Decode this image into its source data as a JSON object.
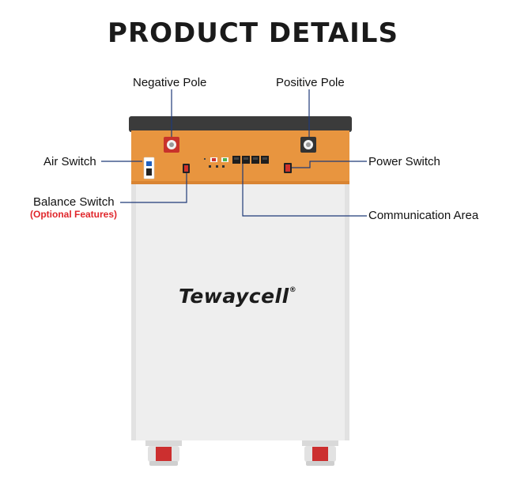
{
  "title": "PRODUCT DETAILS",
  "labels": {
    "negative_pole": "Negative Pole",
    "positive_pole": "Positive Pole",
    "air_switch": "Air Switch",
    "power_switch": "Power Switch",
    "balance_switch": "Balance Switch",
    "optional_features": "(Optional Features)",
    "communication_area": "Communication Area"
  },
  "brand": {
    "name": "Tewaycell",
    "mark": "®"
  },
  "colors": {
    "orange_panel": "#e8953f",
    "white_body": "#eeeeee",
    "top_cap": "#3b3b3b",
    "leader_line": "#1f3a78",
    "note_red": "#e0262b"
  }
}
